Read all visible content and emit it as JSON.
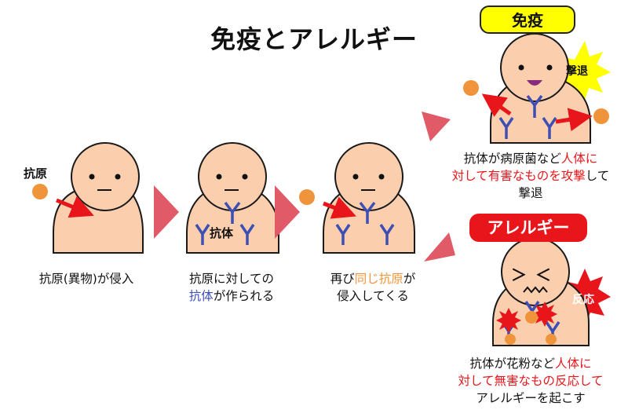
{
  "title": "免疫とアレルギー",
  "colors": {
    "skin": "#fbceae",
    "outline": "#1a1a1a",
    "antigen": "#f0943b",
    "antibody": "#3d4fb5",
    "arrow_red": "#e8161b",
    "triangle": "#e05a67",
    "burst_yellow": "#ffff00",
    "burst_red": "#e8161b"
  },
  "step1": {
    "label_antigen": "抗原",
    "caption": "抗原(異物)が侵入"
  },
  "step2": {
    "label_antibody": "抗体",
    "caption_a": "抗原に対しての",
    "caption_b_colored": "抗体",
    "caption_b_rest": "が作られる"
  },
  "step3": {
    "caption_a_pre": "再び",
    "caption_a_colored": "同じ抗原",
    "caption_a_post": "が",
    "caption_b": "侵入してくる"
  },
  "immune": {
    "pill": "免疫",
    "burst_label": "撃退",
    "caption_l1_pre": "抗体が病原菌など",
    "caption_l1_red": "人体に",
    "caption_l2_red": "対して有害なものを攻撃",
    "caption_l2_post": "して",
    "caption_l3": "撃退"
  },
  "allergy": {
    "pill": "アレルギー",
    "burst_label": "反応",
    "face_eyes": "＞ ＜",
    "caption_l1_pre": "抗体が花粉など",
    "caption_l1_red": "人体に",
    "caption_l2_red": "対して無害なもの反応して",
    "caption_l3": "アレルギーを起こす"
  }
}
